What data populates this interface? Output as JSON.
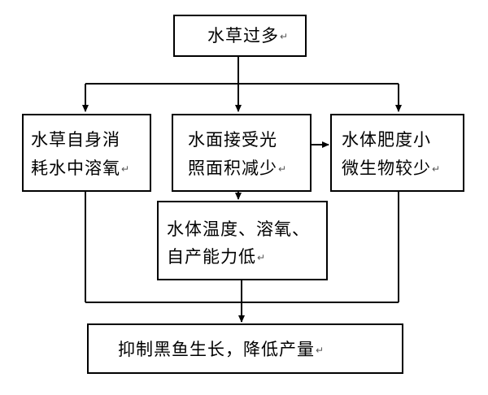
{
  "nodes": {
    "root": {
      "lines": [
        "水草过多"
      ],
      "mark": "↵"
    },
    "left": {
      "lines": [
        "水草自身消",
        "耗水中溶氧"
      ],
      "mark": "↵"
    },
    "middle": {
      "lines": [
        "水面接受光",
        "照面积减少"
      ],
      "mark": "↵"
    },
    "right": {
      "lines": [
        "水体肥度小",
        "微生物较少"
      ],
      "mark": "↵"
    },
    "center": {
      "lines": [
        "水体温度、溶氧、",
        "自产能力低"
      ],
      "mark": "↵"
    },
    "bottom": {
      "lines": [
        "抑制黑鱼生长，降低产量"
      ],
      "mark": "↵"
    }
  }
}
